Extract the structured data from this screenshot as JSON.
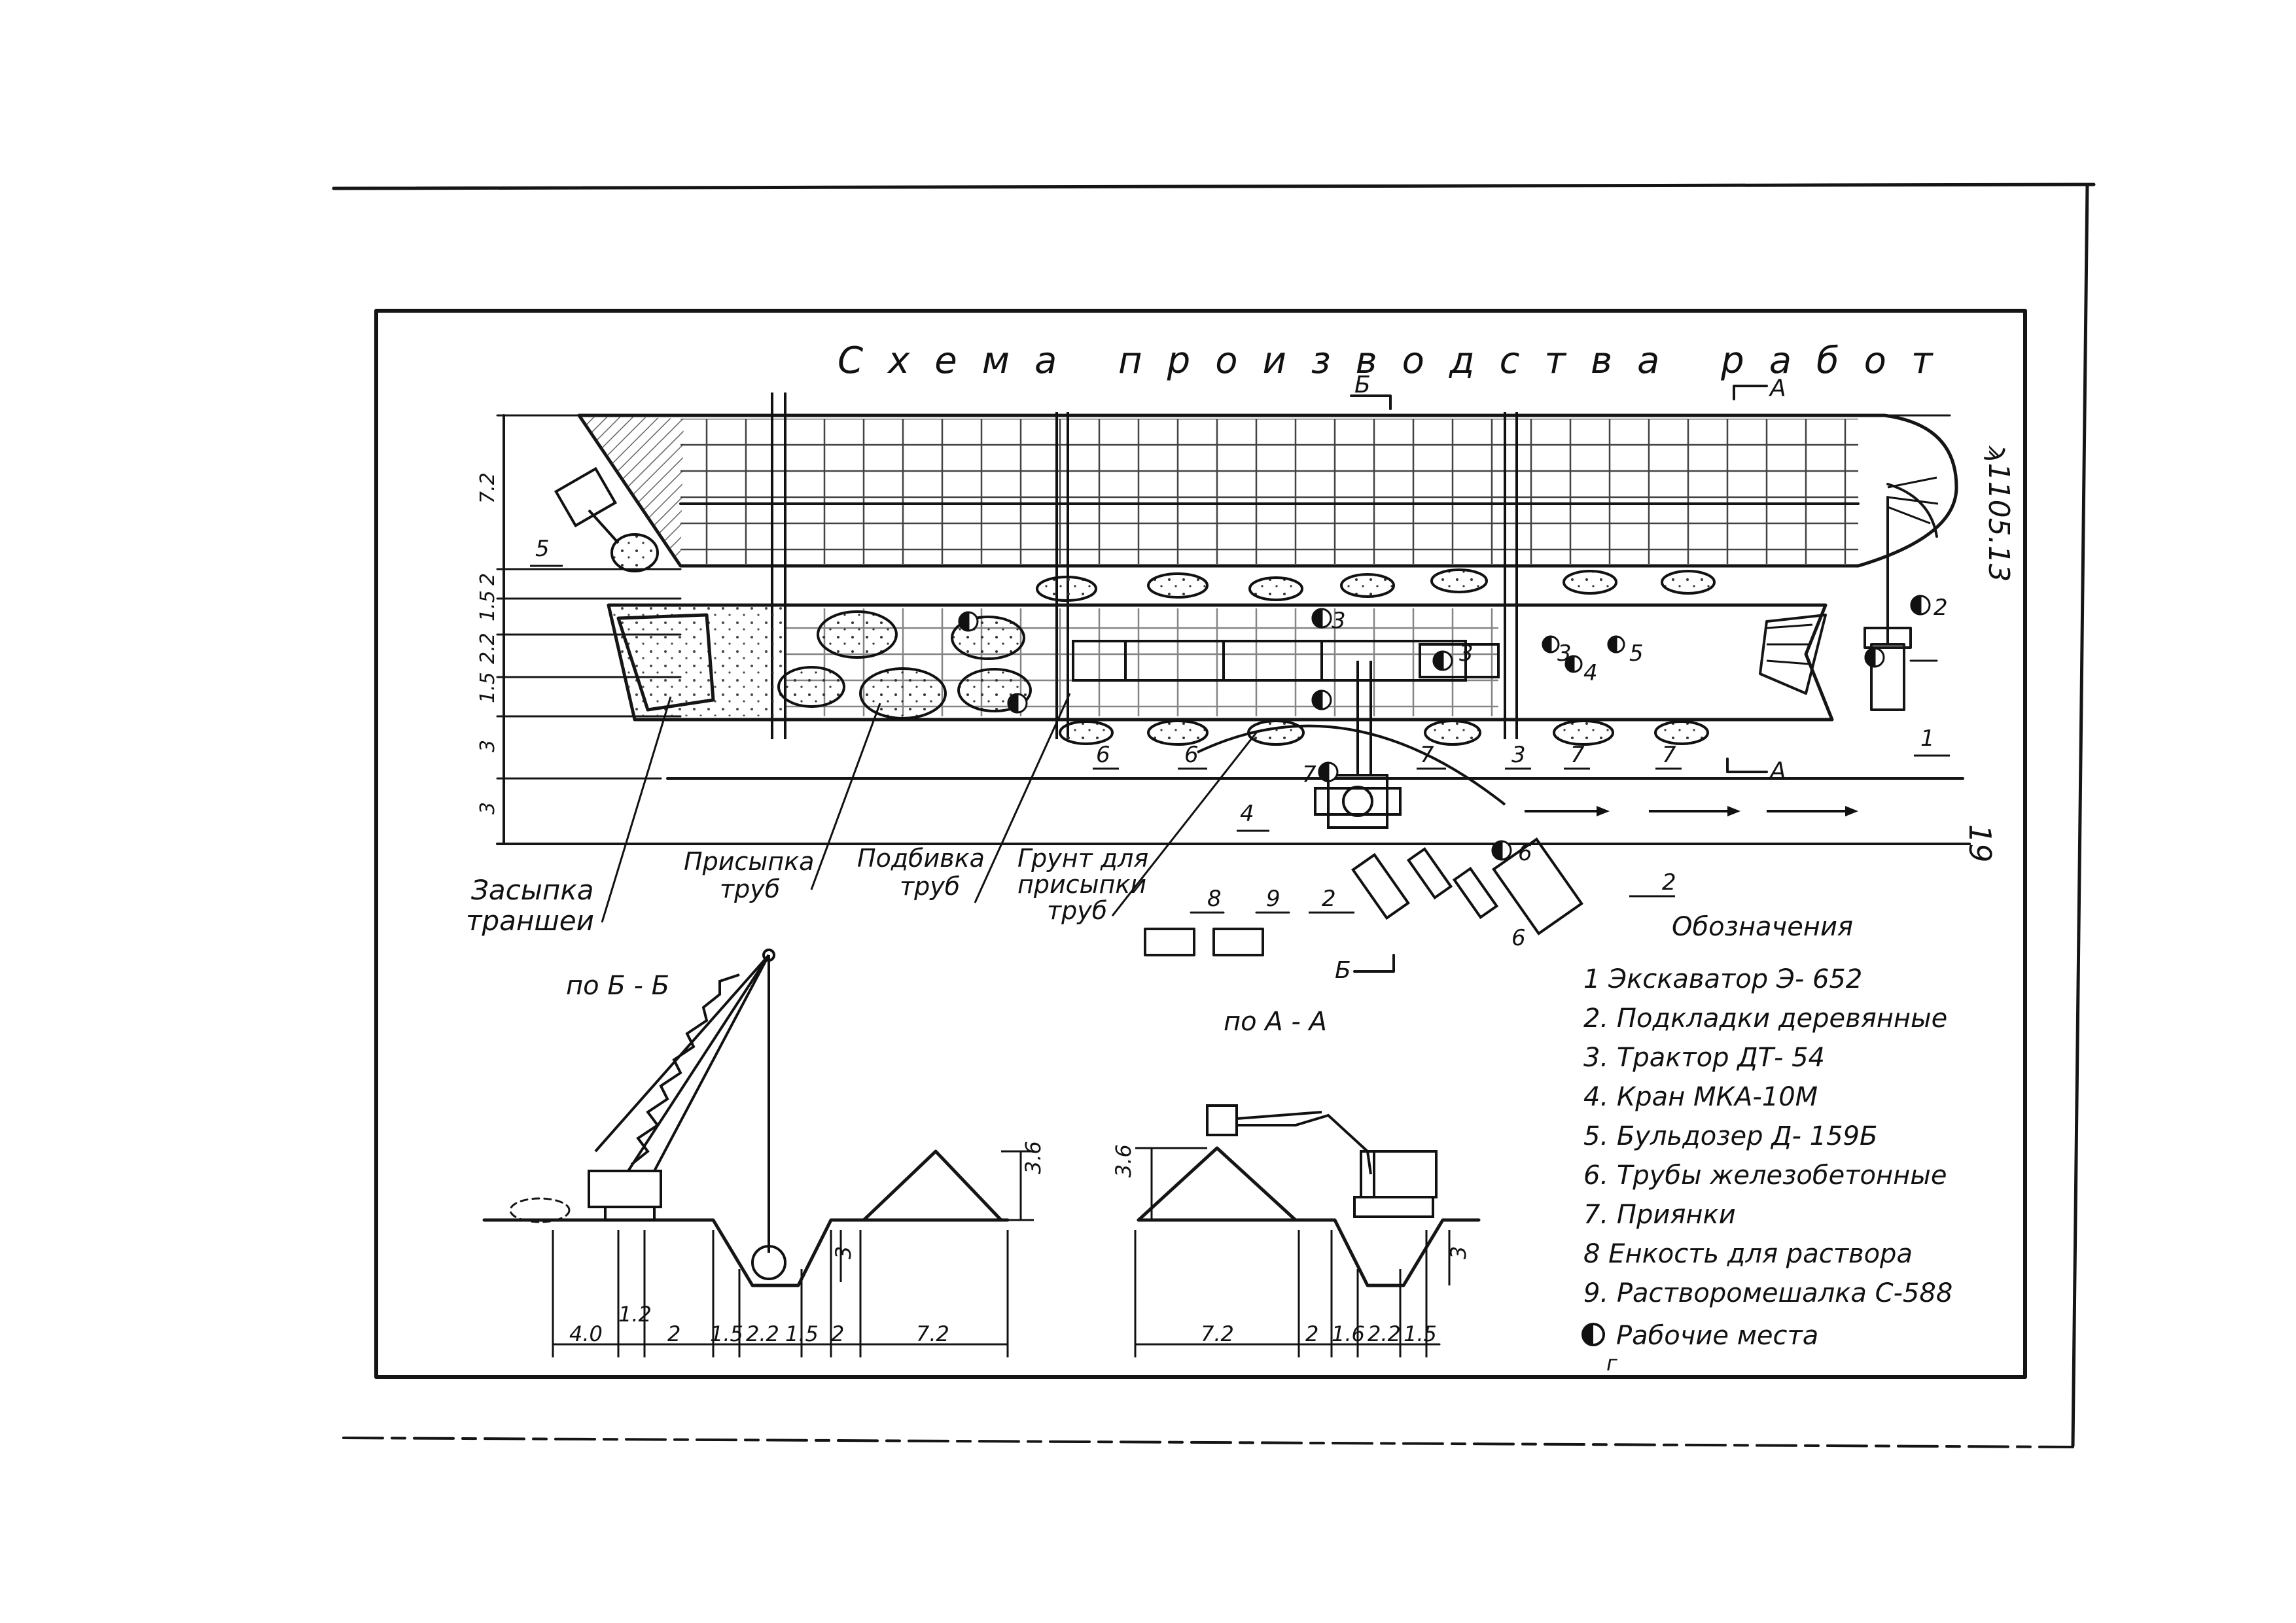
{
  "title": "Схема производства работ",
  "doc_code": "ϡ1105.13",
  "page_number": "19",
  "page_mark": "г",
  "section_marks": {
    "b_top": "Б",
    "b_bottom": "Б",
    "a_top": "А",
    "a_mid": "А"
  },
  "dimensions_left": [
    "7.2",
    "2",
    "1.5",
    "2.2",
    "1.5",
    "3",
    "3"
  ],
  "zone_labels": {
    "zasypka": [
      "Засыпка",
      "траншеи"
    ],
    "prisypka": [
      "Присыпка",
      "труб"
    ],
    "podbivka": [
      "Подбивка",
      "труб"
    ],
    "grunt": [
      "Грунт для",
      "присыпки",
      "труб"
    ]
  },
  "callouts": {
    "c1": "1",
    "c2": "2",
    "c3": "3",
    "c4": "4",
    "c5": "5",
    "c6a": "6",
    "c6b": "6",
    "c6c": "6",
    "c6d": "6",
    "c7a": "7",
    "c7b": "7",
    "c7c": "7",
    "c7d": "7",
    "c3b": "3",
    "c3c": "3",
    "c5b": "5",
    "c4b": "4",
    "c3d": "3",
    "c2b": "2",
    "c2c": "2",
    "c8": "8",
    "c9": "9"
  },
  "legend": {
    "title": "Обозначения",
    "items": [
      "1 Экскаватор Э- 652",
      "2. Подкладки деревянные",
      "3. Трактор ДТ- 54",
      "4. Кран МКА-10М",
      "5. Бульдозер Д- 159Б",
      "6. Трубы железобетонные",
      "7. Приянки",
      "8 Енкость для раствора",
      "9. Растворомешалка С-588",
      "Рабочие места"
    ]
  },
  "section_bb": {
    "label": "по Б - Б",
    "dims": [
      "4.0",
      "1.2",
      "2",
      "1.5",
      "2.2",
      "1.5",
      "2",
      "7.2"
    ],
    "height": "3.6",
    "depth": "3"
  },
  "section_aa": {
    "label": "по А - А",
    "dims": [
      "7.2",
      "2",
      "1.6",
      "2.2",
      "1.5"
    ],
    "height": "3.6",
    "depth": "3"
  }
}
